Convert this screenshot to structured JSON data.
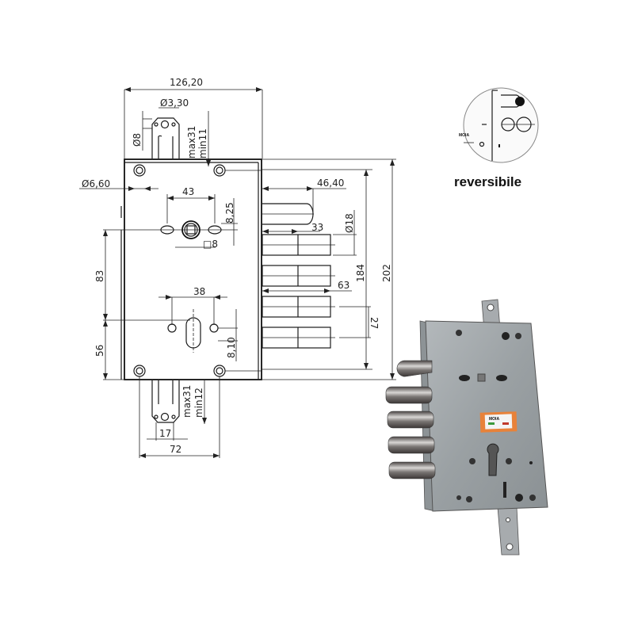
{
  "drawing": {
    "overall_width": "126,20",
    "strike_hole_dia": "Ø3,30",
    "strike_slot_dia": "Ø8",
    "top_adjust": {
      "max": "max31",
      "min": "min11"
    },
    "fixing_hole_dia": "Ø6,60",
    "handle_holes_spacing": "43",
    "spindle_offset": "8,25",
    "spindle_square": "□8",
    "backset_upper": "83",
    "cylinder_holes_spacing": "38",
    "cylinder_offset": "8,10",
    "backset_lower": "56",
    "bottom_adjust": {
      "max": "max31",
      "min": "min12"
    },
    "bottom_slot_width": "17",
    "bottom_width": "72",
    "latch_projection": "46,40",
    "bolt_dia": "Ø18",
    "bolt_offset": "33",
    "bolt_projection": "63",
    "bolt_pitch": "27",
    "inner_height": "184",
    "overall_height": "202"
  },
  "inset": {
    "caption": "reversibile",
    "brand_text": "MOIA"
  },
  "photo": {
    "label_brand": "MOIA",
    "colors": {
      "body": "#9ea3a6",
      "label": "#e8823a",
      "bolt": "#6e6a68"
    }
  }
}
